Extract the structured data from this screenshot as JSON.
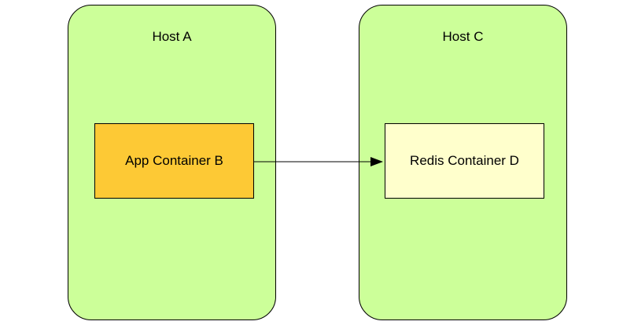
{
  "hosts": [
    {
      "label": "Host A",
      "fill": "#ccff99"
    },
    {
      "label": "Host C",
      "fill": "#ccff99"
    }
  ],
  "containers": [
    {
      "label": "App Container B",
      "fill": "#fdc935"
    },
    {
      "label": "Redis Container D",
      "fill": "#ffffcc"
    }
  ],
  "connection": {
    "from": "App Container B",
    "to": "Redis Container D"
  }
}
